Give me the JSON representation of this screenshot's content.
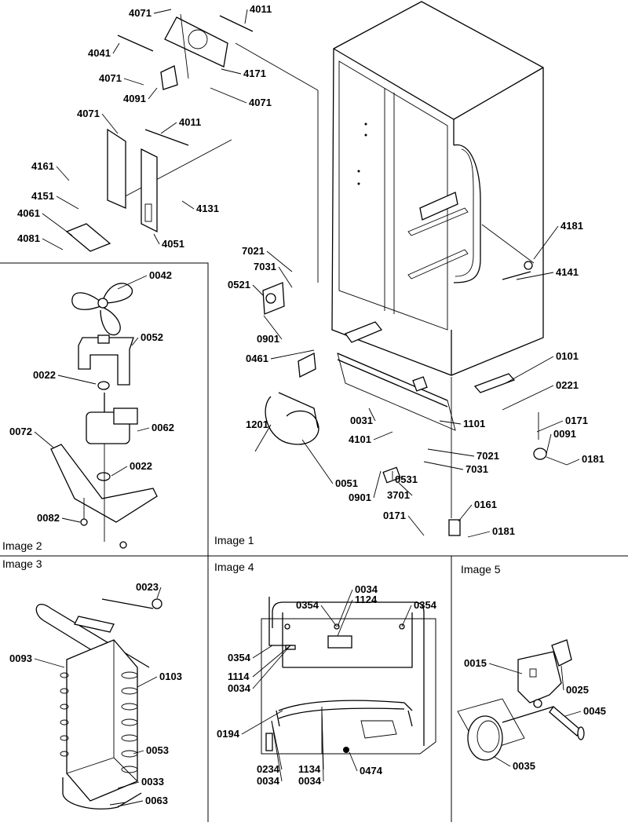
{
  "panels": [
    {
      "id": "image1",
      "title": "Image 1"
    },
    {
      "id": "image2",
      "title": "Image 2"
    },
    {
      "id": "image3",
      "title": "Image 3"
    },
    {
      "id": "image4",
      "title": "Image 4"
    },
    {
      "id": "image5",
      "title": "Image 5"
    }
  ],
  "callouts": {
    "image1": [
      "4071",
      "4011",
      "4041",
      "4071",
      "4171",
      "4091",
      "4071",
      "4071",
      "4011",
      "4161",
      "4151",
      "4131",
      "4061",
      "4051",
      "4081",
      "7021",
      "7031",
      "0521",
      "0901",
      "0461",
      "4181",
      "4141",
      "0101",
      "0221",
      "0031",
      "1101",
      "1201",
      "4101",
      "0171",
      "0091",
      "0181",
      "7021",
      "0531",
      "7031",
      "0051",
      "0901",
      "3701",
      "0171",
      "0161",
      "0181"
    ],
    "image2": [
      "0042",
      "0052",
      "0022",
      "0062",
      "0072",
      "0022",
      "0082"
    ],
    "image3": [
      "0023",
      "0093",
      "0103",
      "0053",
      "0033",
      "0063"
    ],
    "image4": [
      "0034",
      "1124",
      "0354",
      "0354",
      "0354",
      "1114",
      "0034",
      "0194",
      "0234",
      "0034",
      "1134",
      "0034",
      "0474"
    ],
    "image5": [
      "0015",
      "0025",
      "0045",
      "0035"
    ]
  }
}
